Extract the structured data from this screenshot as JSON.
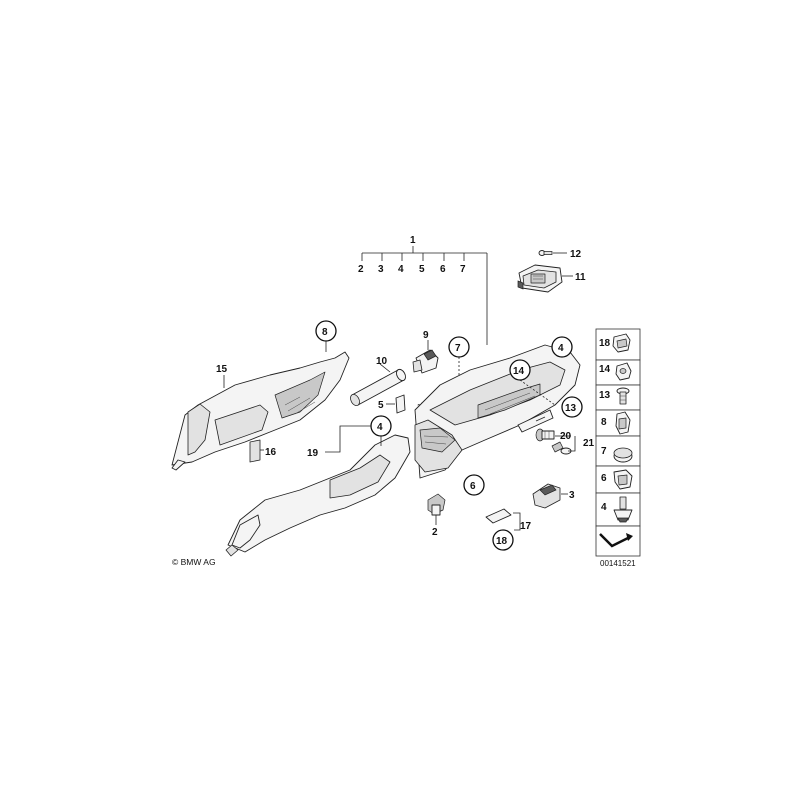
{
  "diagram": {
    "copyright": "© BMW AG",
    "catalog_number": "00141521",
    "callouts": {
      "c1": "1",
      "c2a": "2",
      "c3a": "3",
      "c4a": "4",
      "c5a": "5",
      "c6a": "6",
      "c7a": "7",
      "c12": "12",
      "c11": "11",
      "c8": "8",
      "c9": "9",
      "c10": "10",
      "c5b": "5",
      "c7b": "7",
      "c4b": "4",
      "c14": "14",
      "c13": "13",
      "c15": "15",
      "c16": "16",
      "c19": "19",
      "c4c": "4",
      "c20": "20",
      "c21": "21",
      "c6b": "6",
      "c3b": "3",
      "c2b": "2",
      "c17": "17",
      "c18": "18"
    },
    "legend": [
      {
        "num": "18",
        "icon": "clip-icon"
      },
      {
        "num": "14",
        "icon": "nut-icon"
      },
      {
        "num": "13",
        "icon": "screw-icon"
      },
      {
        "num": "8",
        "icon": "clip-icon"
      },
      {
        "num": "7",
        "icon": "cap-icon"
      },
      {
        "num": "6",
        "icon": "clip-icon"
      },
      {
        "num": "4",
        "icon": "rivet-icon"
      },
      {
        "num": "",
        "icon": "arrow-icon"
      }
    ]
  }
}
